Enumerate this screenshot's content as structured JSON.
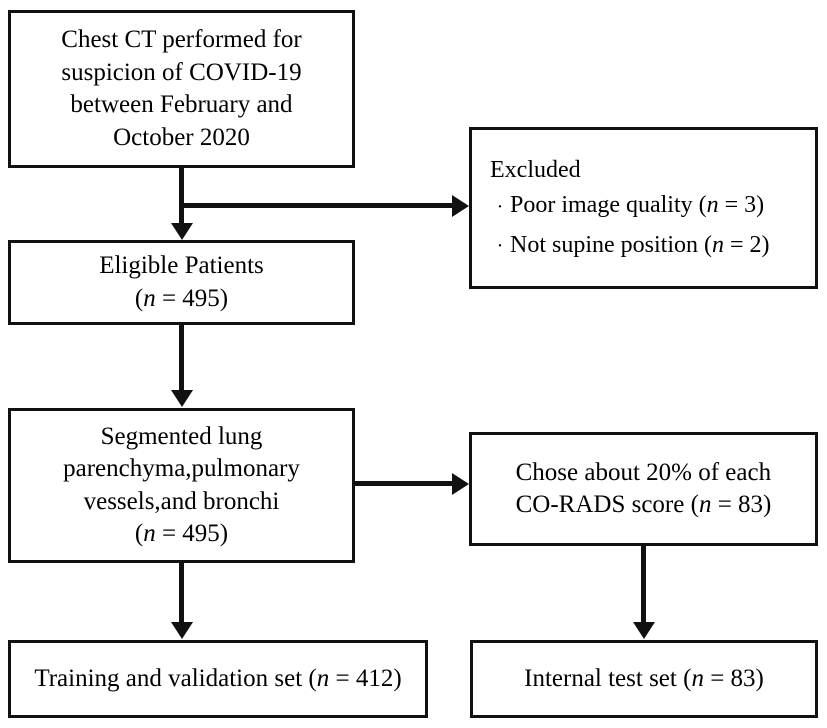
{
  "diagram": {
    "title": "Patient selection and dataset split flowchart",
    "type": "flowchart",
    "nodes": {
      "chest_ct": {
        "line1": "Chest CT performed for",
        "line2": "suspicion of COVID-19",
        "line3": "between February and",
        "line4": "October 2020"
      },
      "excluded": {
        "heading": "Excluded",
        "bullet1_dot": "·",
        "bullet1_text": "Poor image quality (",
        "bullet1_var": "n",
        "bullet1_value": " = 3)",
        "bullet2_dot": "·",
        "bullet2_text": "Not supine position (",
        "bullet2_var": "n",
        "bullet2_value": " = 2)"
      },
      "eligible": {
        "line1": "Eligible Patients",
        "line2_open": "(",
        "line2_var": "n",
        "line2_value": " = 495)"
      },
      "segmented": {
        "line1": "Segmented lung",
        "line2": "parenchyma,pulmonary",
        "line3": "vessels,and bronchi",
        "line4_open": "(",
        "line4_var": "n",
        "line4_value": " = 495)"
      },
      "chose": {
        "line1": "Chose about 20% of each",
        "line2": "CO-RADS score (",
        "line2_var": "n",
        "line2_value": " = 83)"
      },
      "training": {
        "text": "Training and validation set (",
        "var": "n",
        "value": " = 412)"
      },
      "internal": {
        "text": "Internal test set (",
        "var": "n",
        "value": " = 83)"
      }
    },
    "colors": {
      "stroke": "#111111",
      "background": "#ffffff",
      "text": "#000000"
    }
  }
}
